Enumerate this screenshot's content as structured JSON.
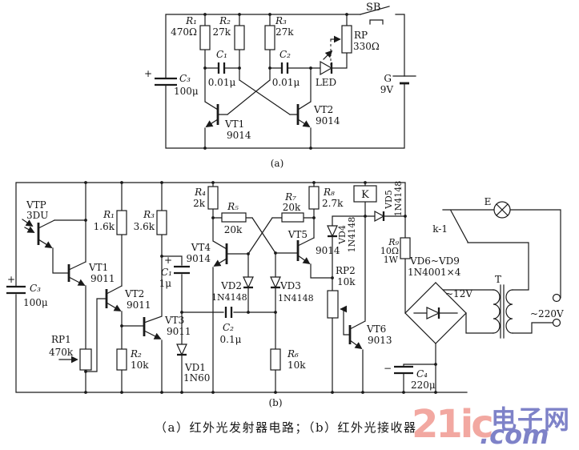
{
  "caption": "（a）红外光发射器电路；（b）红外光接收器",
  "watermark": {
    "brand": "21ic",
    "suffix": ".com",
    "cn": "电子网",
    "brand_color": "#f2a8a1",
    "accent_color": "#7e82c8"
  },
  "a": {
    "tag": "(a)",
    "r1": "R₁",
    "r1v": "470Ω",
    "r2": "R₂",
    "r2v": "27k",
    "r3": "R₃",
    "r3v": "27k",
    "c1": "C₁",
    "c1v": "0.01μ",
    "c2": "C₂",
    "c2v": "0.01μ",
    "c3": "C₃",
    "c3v": "100μ",
    "c3p": "+",
    "rp": "RP",
    "rpv": "330Ω",
    "sb": "SB",
    "led": "LED",
    "g": "G",
    "gv": "9V",
    "vt1": "VT1",
    "vt1v": "9014",
    "vt2": "VT2",
    "vt2v": "9014"
  },
  "b": {
    "tag": "(b)",
    "vtp": "VTP",
    "vtpv": "3DU",
    "vt1": "VT1",
    "vt1v": "9011",
    "vt2": "VT2",
    "vt2v": "9011",
    "vt3": "VT3",
    "vt3v": "9011",
    "vt4": "VT4",
    "vt4v": "9014",
    "vt5": "VT5",
    "vt5v": "9014",
    "vt6": "VT6",
    "vt6v": "9013",
    "r1": "R₁",
    "r1v": "1.6k",
    "r2": "R₂",
    "r2v": "10k",
    "r3": "R₃",
    "r3v": "3.6k",
    "r4": "R₄",
    "r4v": "2k",
    "r5": "R₅",
    "r5v": "20k",
    "r6": "R₆",
    "r6v": "10k",
    "r7": "R₇",
    "r7v": "20k",
    "r8": "R₈",
    "r8v": "2.7k",
    "r9": "R₉",
    "r9v": "10Ω",
    "r9w": "1W",
    "rp1": "RP1",
    "rp1v": "470k",
    "rp2": "RP2",
    "rp2v": "10k",
    "c1": "C₁",
    "c1v": "1μ",
    "c1p": "+",
    "c2": "C₂",
    "c2v": "0.1μ",
    "c3": "C₃",
    "c3v": "100μ",
    "c3p": "+",
    "c4": "C₄",
    "c4v": "220μ",
    "c4m": "−",
    "vd1": "VD1",
    "vd1v": "1N60",
    "vd2": "VD2",
    "vd2v": "1N4148",
    "vd3": "VD3",
    "vd3v": "1N4148",
    "vd4": "VD4",
    "vd4v": "1N4148",
    "vd5": "VD5",
    "vd5v": "1N4148",
    "vd69": "VD6~VD9",
    "vd69v": "1N4001×4",
    "k": "K",
    "k1": "k-1",
    "lamp": "E",
    "t": "T",
    "v12": "~12V",
    "v220": "~220V"
  }
}
